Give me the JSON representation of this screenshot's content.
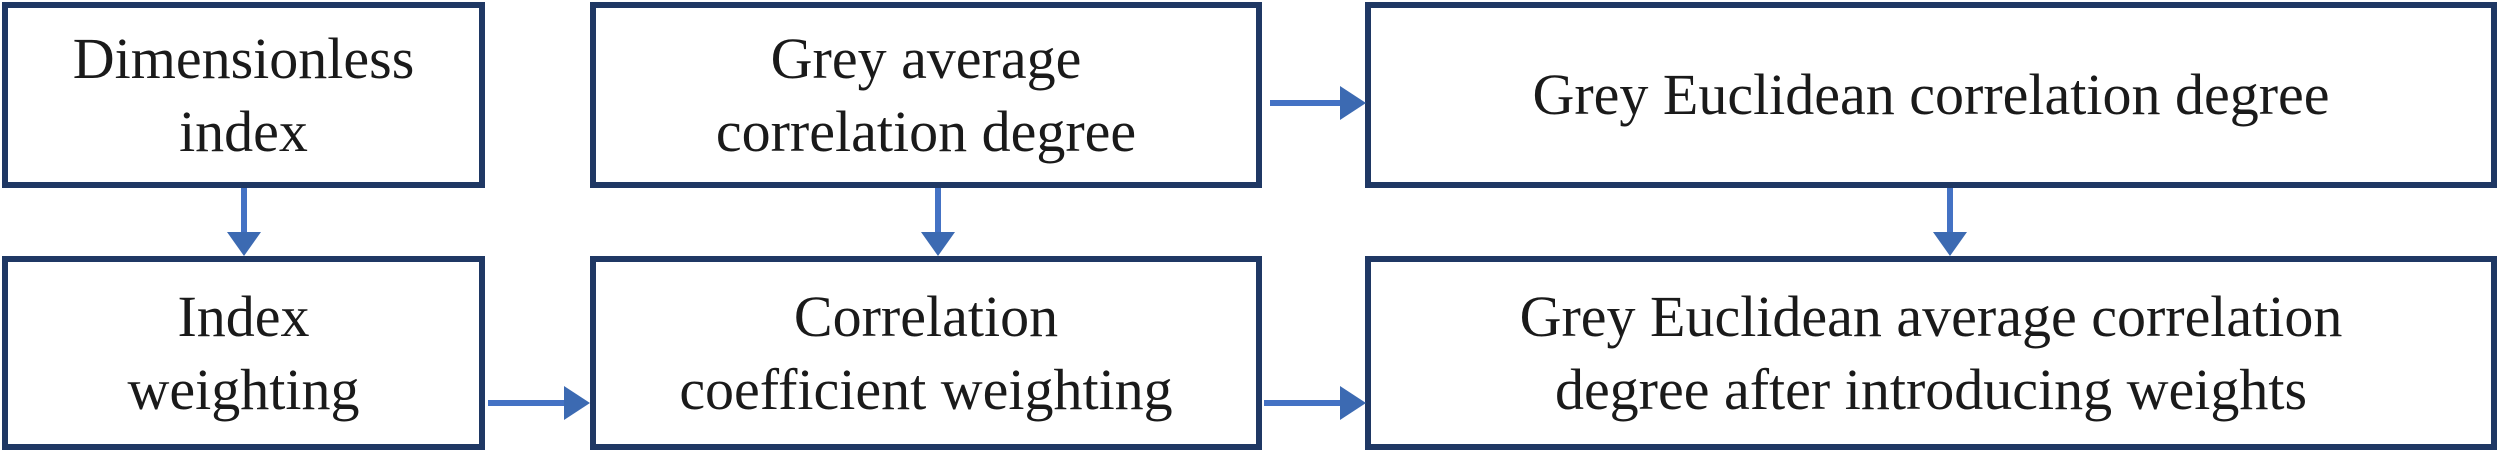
{
  "diagram": {
    "type": "flowchart",
    "colors": {
      "box_border": "#1f3864",
      "arrow_stem": "#4472c4",
      "arrow_head": "#3c6ab2",
      "text": "#1a1a1a",
      "bg": "#ffffff"
    },
    "nodes": [
      {
        "id": "dimensionless-index",
        "label": "Dimensionless\nindex"
      },
      {
        "id": "grey-average-correlation-degree",
        "label": "Grey average\ncorrelation degree"
      },
      {
        "id": "grey-euclidean-correlation-degree",
        "label": "Grey Euclidean correlation degree"
      },
      {
        "id": "index-weighting",
        "label": "Index\nweighting"
      },
      {
        "id": "correlation-coefficient-weighting",
        "label": "Correlation\ncoefficient weighting"
      },
      {
        "id": "grey-euclidean-average-correlation-degree",
        "label": "Grey Euclidean average correlation\ndegree after introducing weights"
      }
    ],
    "edges": [
      {
        "from": "dimensionless-index",
        "to": "index-weighting",
        "direction": "down"
      },
      {
        "from": "grey-average-correlation-degree",
        "to": "grey-euclidean-correlation-degree",
        "direction": "right"
      },
      {
        "from": "grey-average-correlation-degree",
        "to": "correlation-coefficient-weighting",
        "direction": "down"
      },
      {
        "from": "grey-euclidean-correlation-degree",
        "to": "grey-euclidean-average-correlation-degree",
        "direction": "down"
      },
      {
        "from": "index-weighting",
        "to": "correlation-coefficient-weighting",
        "direction": "right"
      },
      {
        "from": "correlation-coefficient-weighting",
        "to": "grey-euclidean-average-correlation-degree",
        "direction": "right"
      }
    ]
  }
}
